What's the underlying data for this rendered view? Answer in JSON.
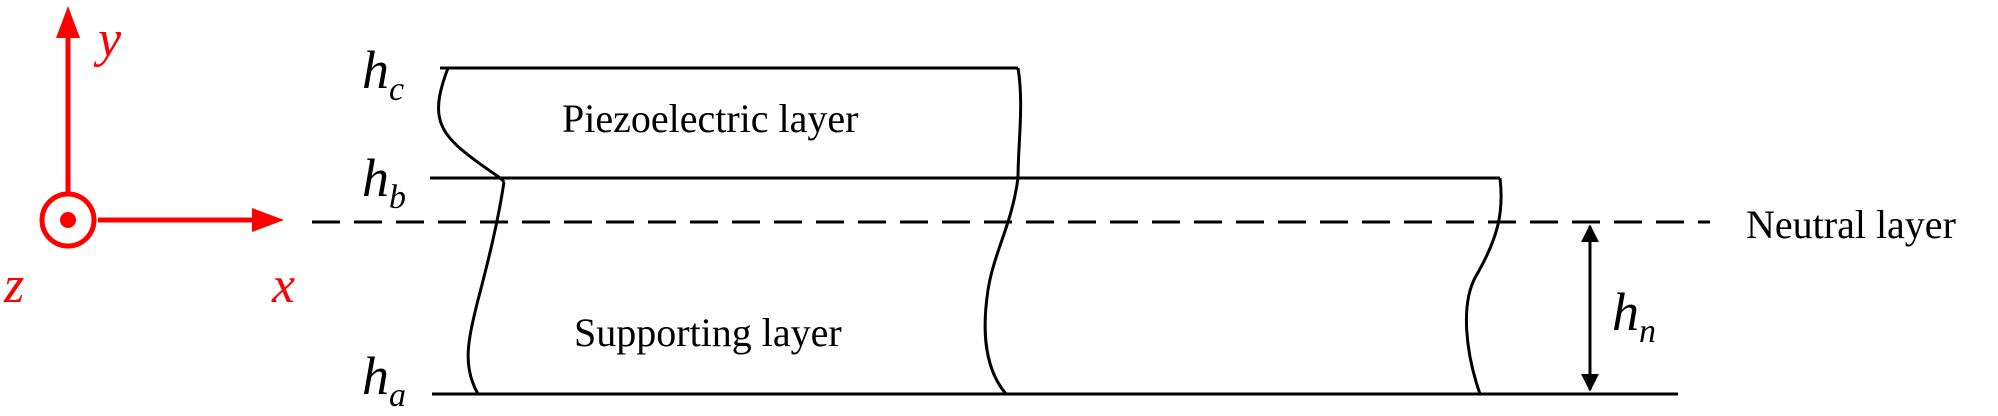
{
  "axes": {
    "x_label": "x",
    "y_label": "y",
    "z_label": "z"
  },
  "layers": {
    "piezoelectric": "Piezoelectric layer",
    "supporting": "Supporting layer",
    "neutral": "Neutral layer"
  },
  "heights": {
    "hc": {
      "base": "h",
      "sub": "c"
    },
    "hb": {
      "base": "h",
      "sub": "b"
    },
    "ha": {
      "base": "h",
      "sub": "a"
    },
    "hn": {
      "base": "h",
      "sub": "n"
    }
  },
  "colors": {
    "axis": "#ff0000",
    "line": "#000000"
  }
}
